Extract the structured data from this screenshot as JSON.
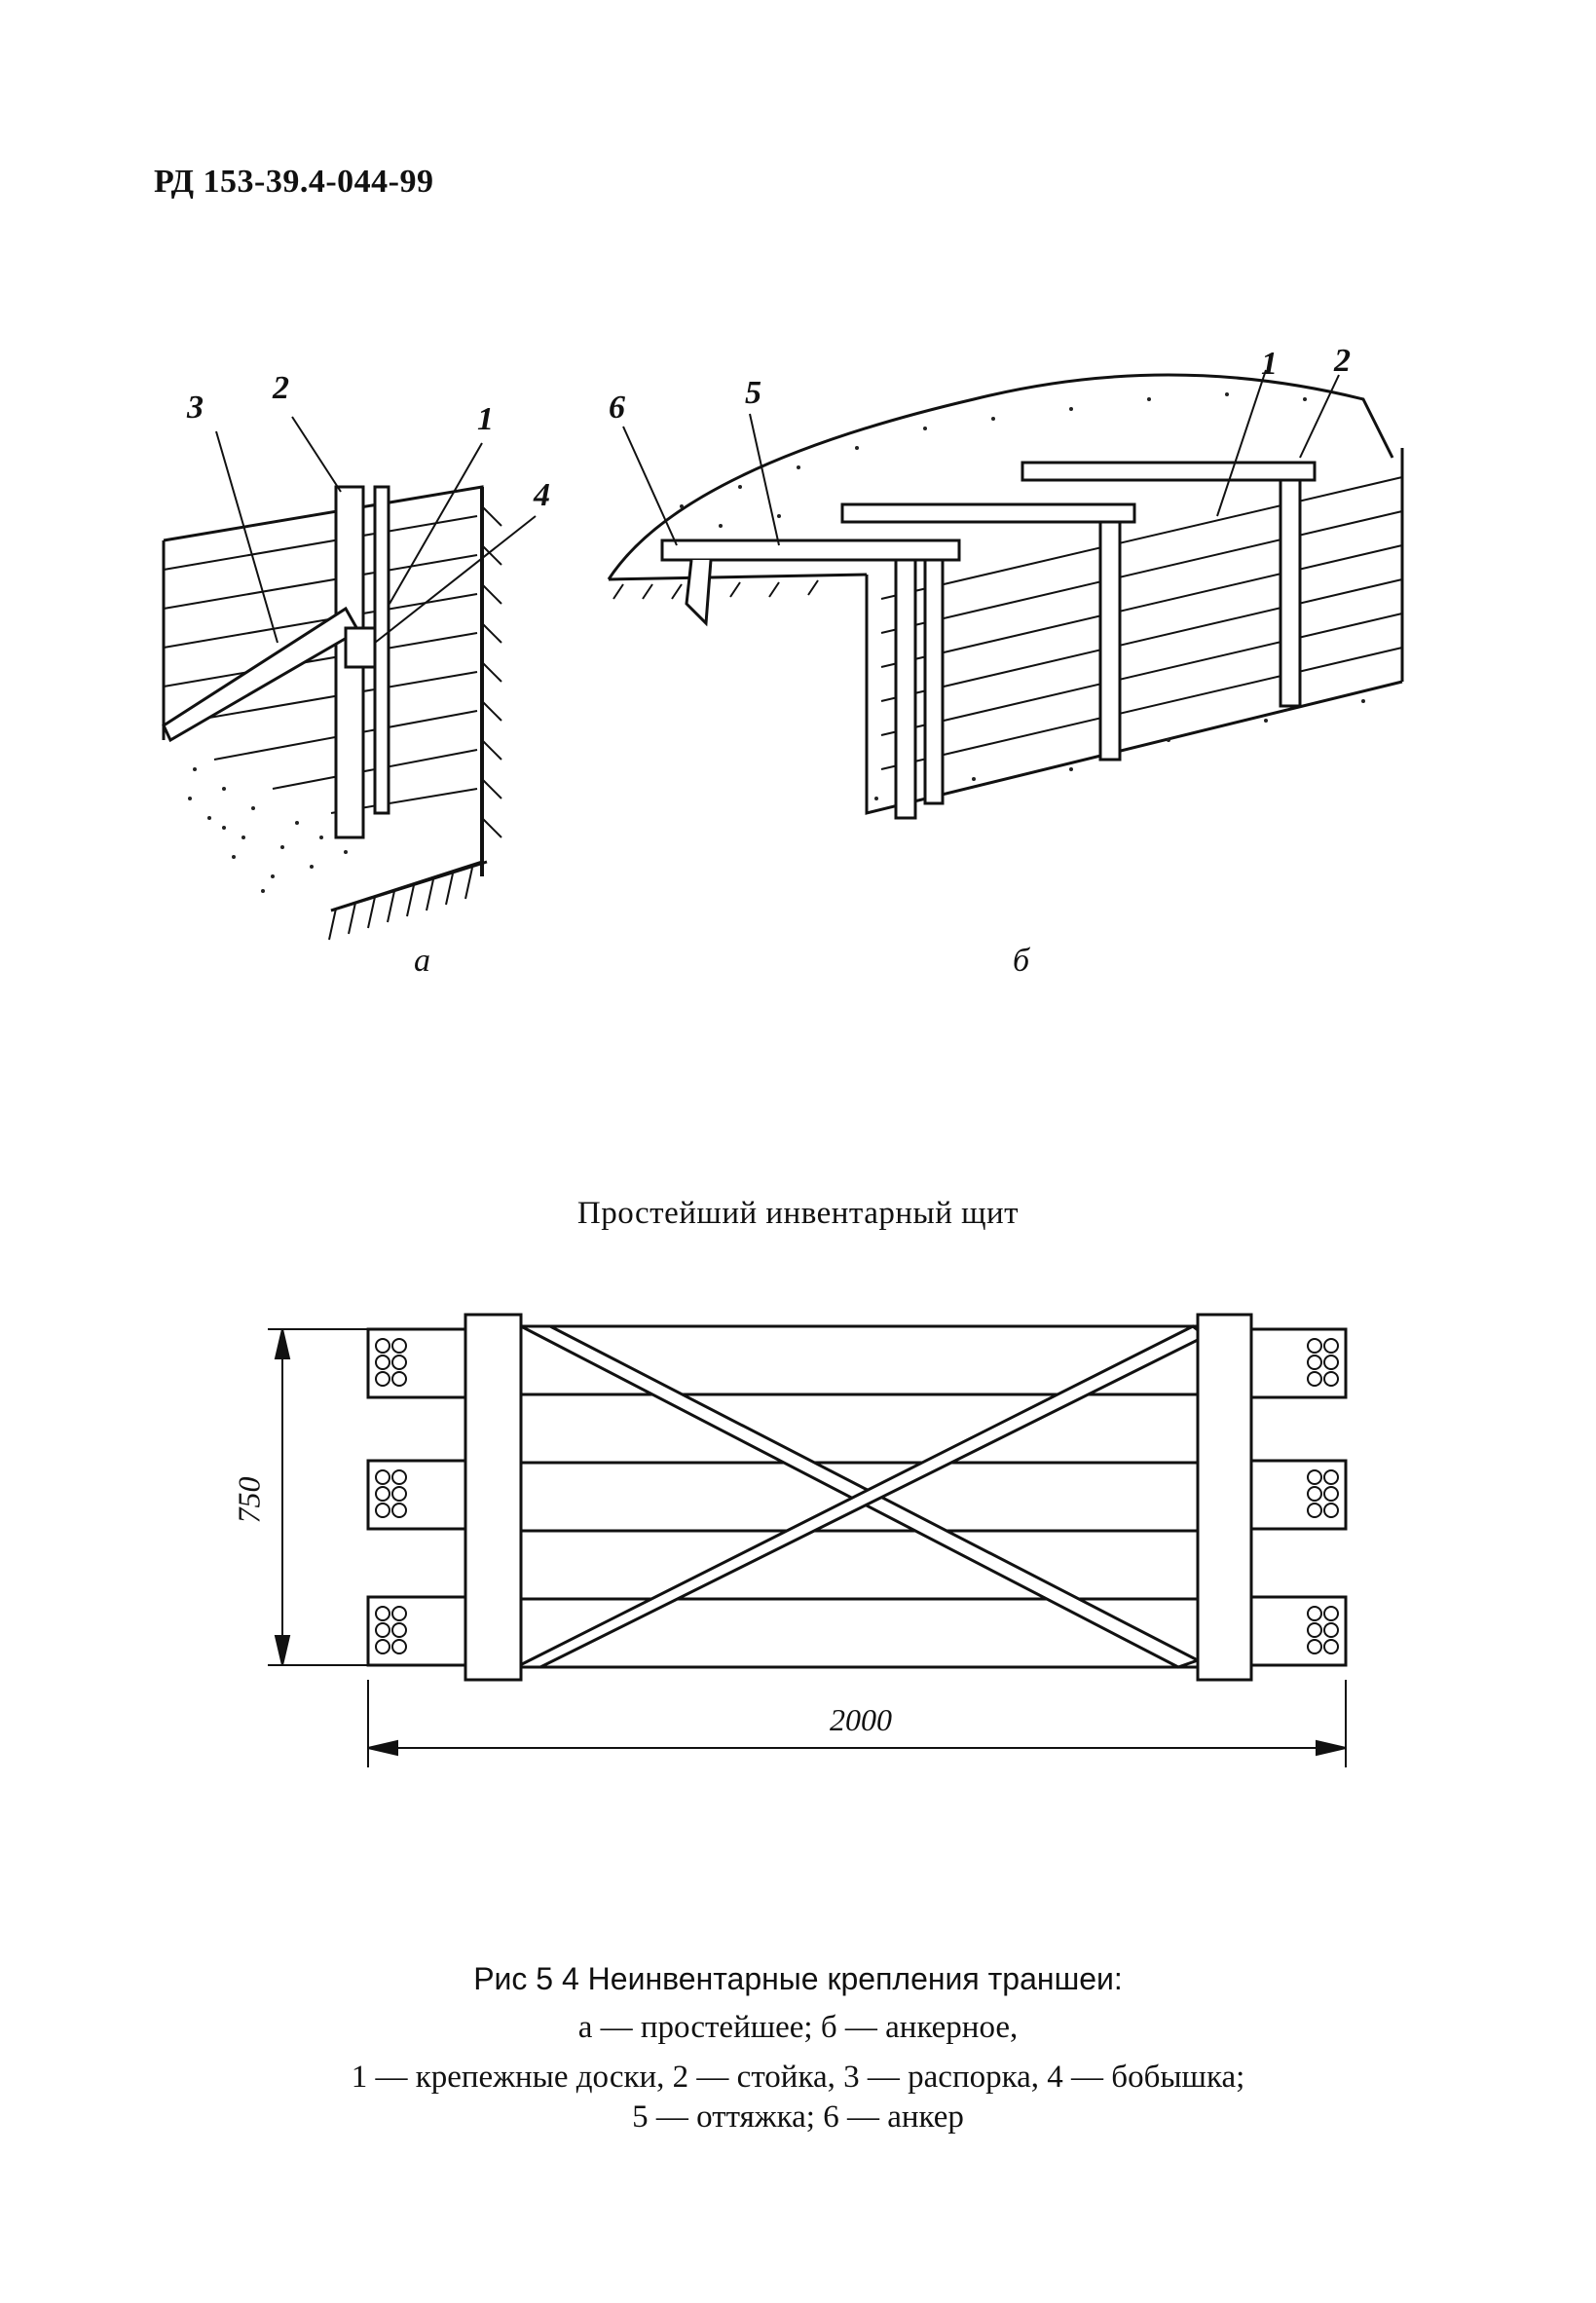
{
  "header": {
    "doc_code": "РД 153-39.4-044-99"
  },
  "figure_a": {
    "label": "а",
    "callouts": [
      "3",
      "2",
      "1",
      "4"
    ]
  },
  "figure_b": {
    "label": "б",
    "callouts": [
      "6",
      "5",
      "1",
      "2"
    ]
  },
  "panel": {
    "title": "Простейший инвентарный щит",
    "height_dim": "750",
    "width_dim": "2000"
  },
  "caption": {
    "line1": "Рис 5 4 Неинвентарные крепления траншеи:",
    "line2": "а — простейшее; б — анкерное,",
    "line3": "1 — крепежные доски, 2 — стойка, 3 — распорка, 4 — бобышка;",
    "line4": "5 — оттяжка; 6 — анкер"
  }
}
